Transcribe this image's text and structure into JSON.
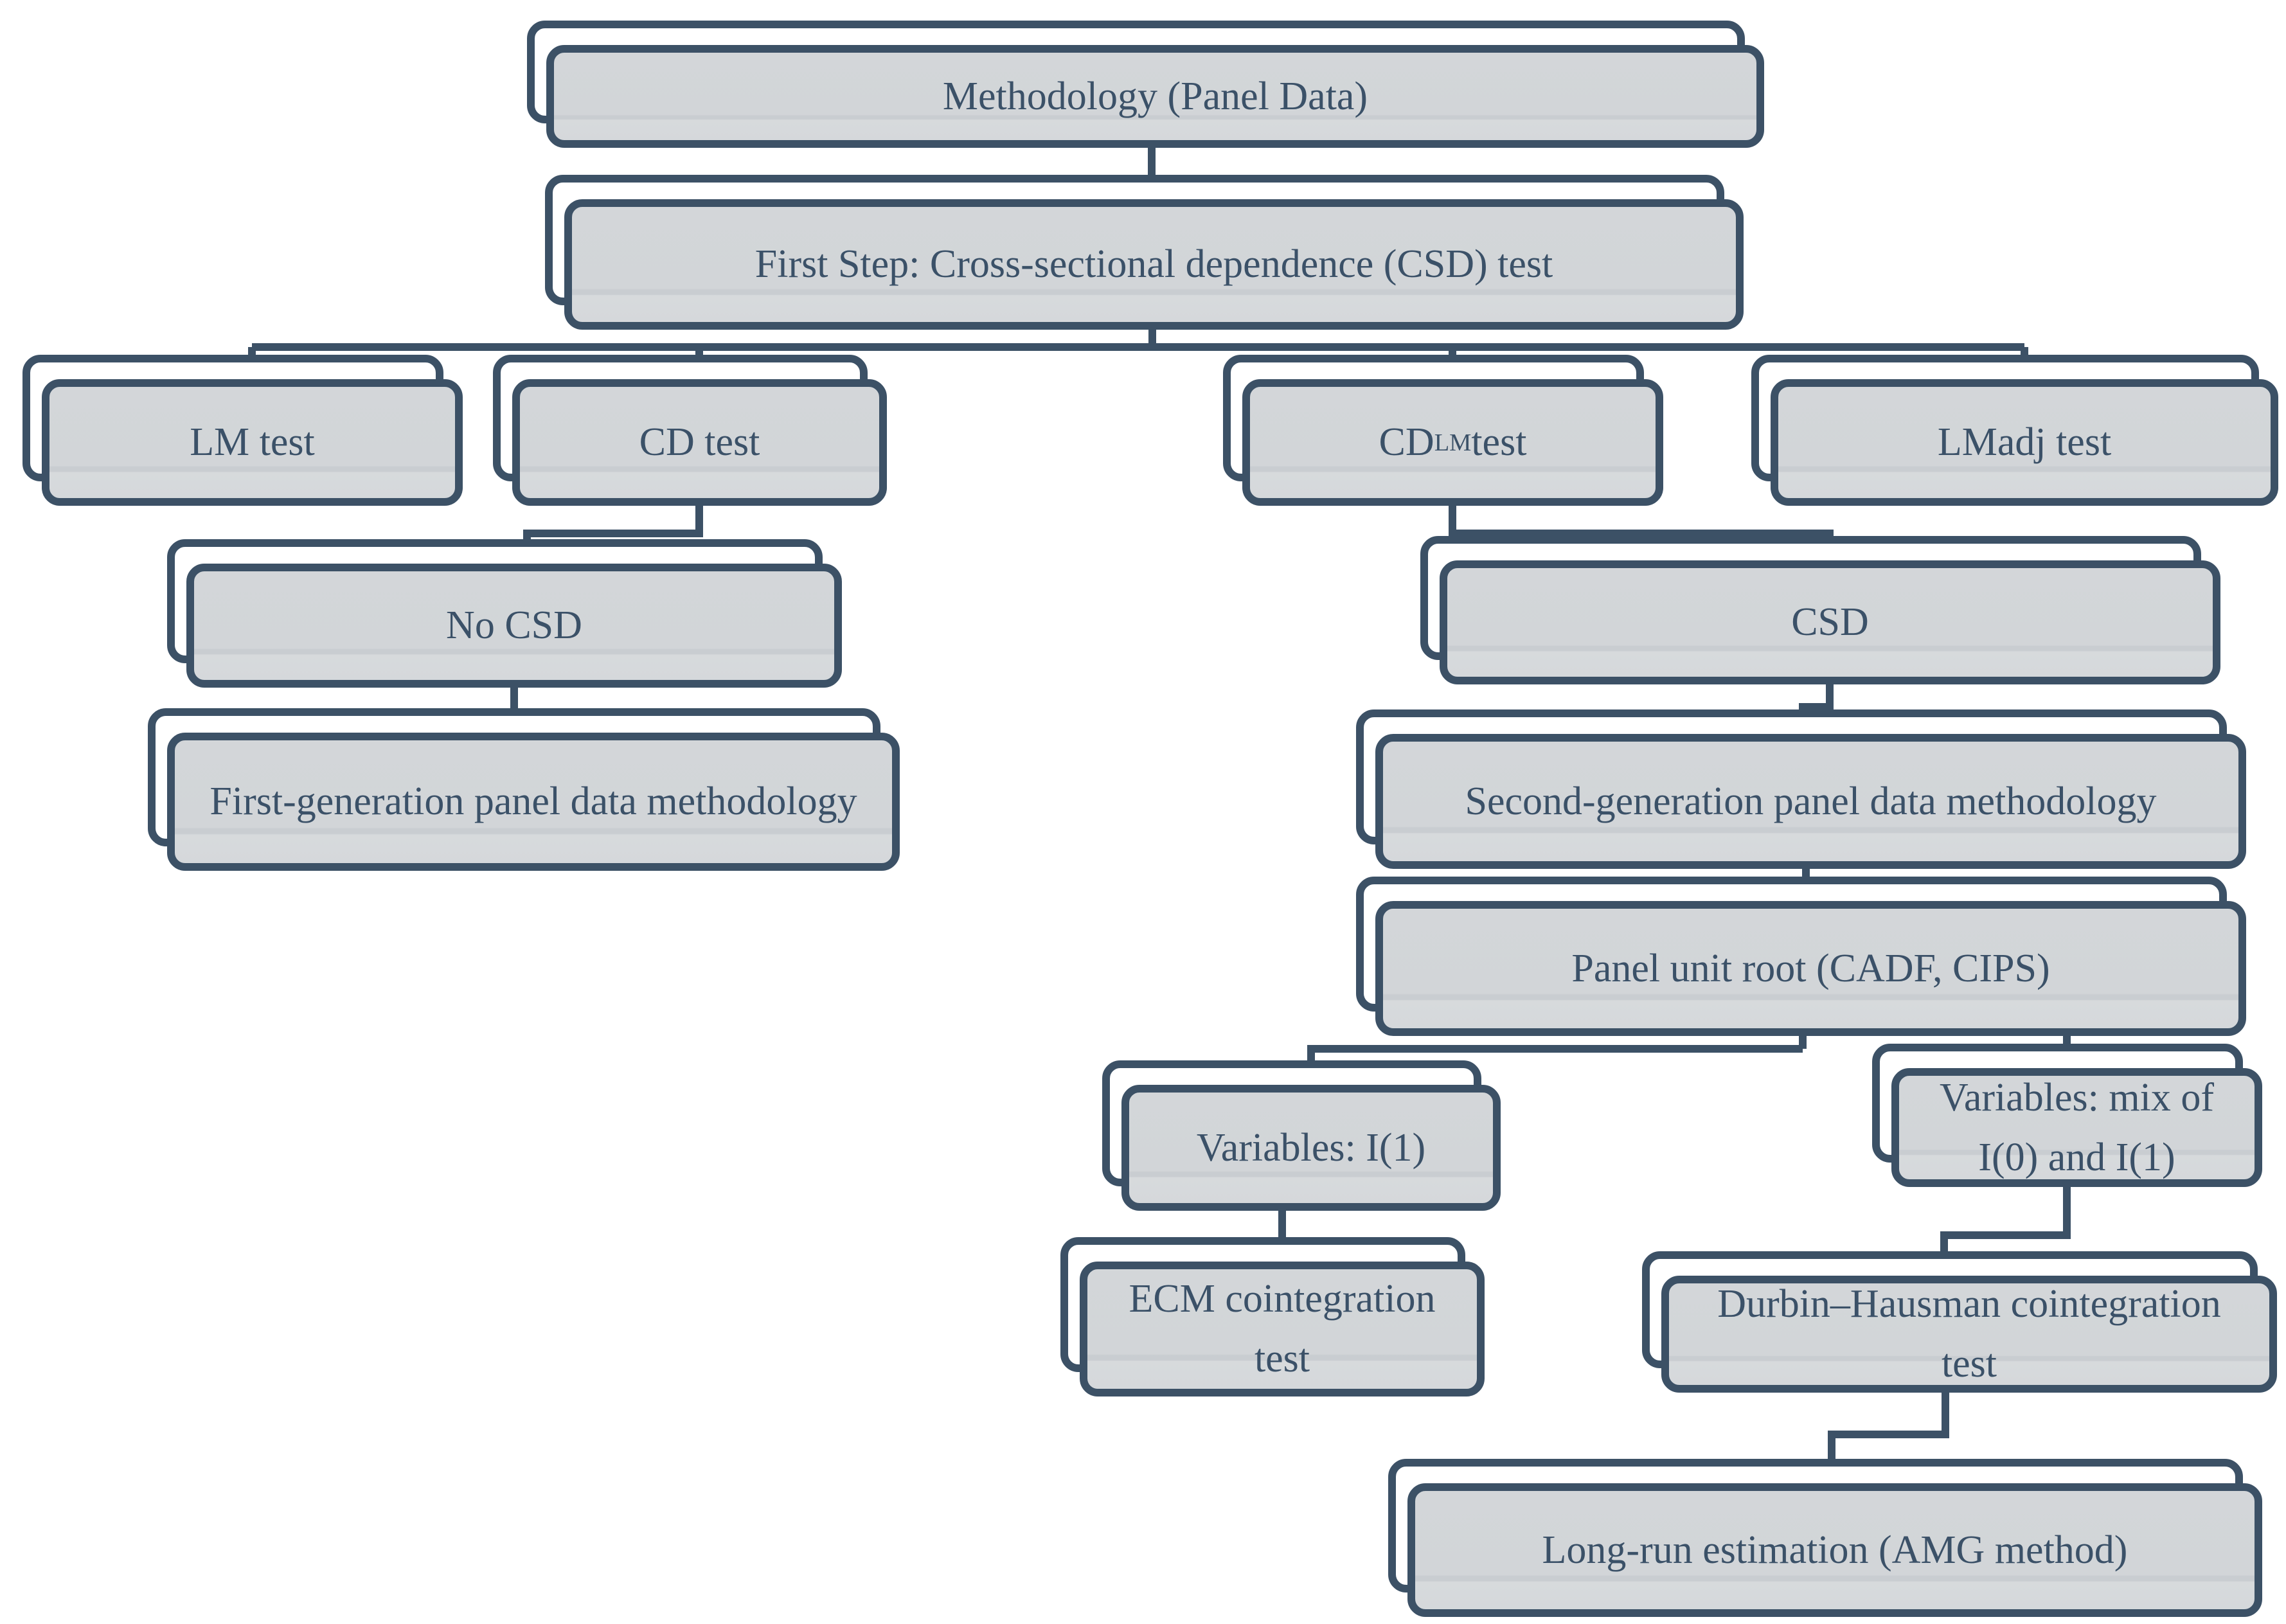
{
  "figure": {
    "type": "flowchart",
    "description": "Panel data methodology decision flowchart"
  },
  "colors": {
    "border": "#3c5166",
    "text": "#3b5168",
    "box_fill": "#d3d6d9",
    "shadow_fill": "#ffffff",
    "background": "#ffffff"
  },
  "nodes": {
    "methodology": {
      "label": "Methodology (Panel Data)"
    },
    "first_step": {
      "label": "First Step: Cross-sectional dependence (CSD) test"
    },
    "lm": {
      "label": "LM test"
    },
    "cd": {
      "label": "CD test"
    },
    "cdlm": {
      "pre": "CD",
      "sub": "LM",
      "post": " test"
    },
    "lmadj": {
      "label": "LMadj test"
    },
    "no_csd": {
      "label": "No CSD"
    },
    "first_gen": {
      "label": "First-generation panel data methodology"
    },
    "csd": {
      "label": "CSD"
    },
    "second_gen": {
      "label": "Second-generation panel data methodology"
    },
    "panel_unit_root": {
      "label": "Panel unit root (CADF, CIPS)"
    },
    "variables_i1": {
      "label": "Variables: I(1)"
    },
    "variables_mix": {
      "label": "Variables: mix of I(0) and I(1)"
    },
    "ecm": {
      "label": "ECM cointegration test"
    },
    "durbin_hausman": {
      "label": "Durbin–Hausman cointegration test"
    },
    "long_run": {
      "label": "Long-run estimation (AMG method)"
    }
  },
  "edges": [
    "methodology -> first_step",
    "first_step -> lm",
    "first_step -> cd",
    "first_step -> cdlm",
    "first_step -> lmadj",
    "cd -> no_csd",
    "no_csd -> first_gen",
    "cdlm -> csd",
    "csd -> second_gen",
    "second_gen -> panel_unit_root",
    "panel_unit_root -> variables_i1",
    "panel_unit_root -> variables_mix",
    "variables_i1 -> ecm",
    "variables_mix -> durbin_hausman",
    "durbin_hausman -> long_run"
  ]
}
